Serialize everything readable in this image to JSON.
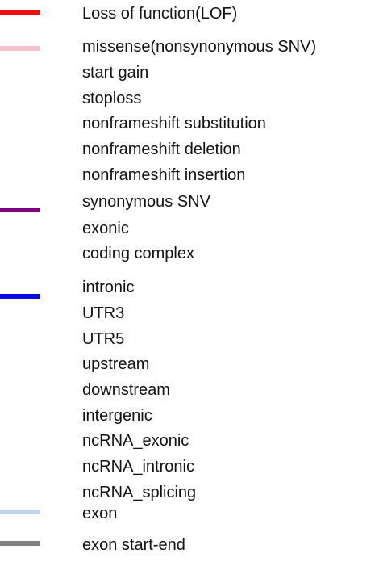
{
  "legend": {
    "groups": [
      {
        "name": "lof",
        "color": "#ee1111",
        "items": [
          "Loss of function(LOF)"
        ]
      },
      {
        "name": "missense",
        "color": "#f8c0cc",
        "items": [
          "missense(nonsynonymous SNV)",
          "start gain",
          "stoploss",
          "nonframeshift substitution",
          "nonframeshift deletion",
          "nonframeshift insertion"
        ]
      },
      {
        "name": "synonymous",
        "color": "#800080",
        "items": [
          "synonymous SNV",
          "exonic",
          "coding complex"
        ]
      },
      {
        "name": "noncoding",
        "color": "#0a0ae6",
        "items": [
          "intronic",
          "UTR3",
          "UTR5",
          "upstream",
          "downstream",
          "intergenic",
          "ncRNA_exonic",
          "ncRNA_intronic",
          "ncRNA_splicing"
        ]
      },
      {
        "name": "exon",
        "color": "#c0d4ef",
        "items": [
          "exon"
        ]
      },
      {
        "name": "exon-start-end",
        "color": "#808080",
        "items": [
          "exon start-end"
        ]
      }
    ]
  }
}
